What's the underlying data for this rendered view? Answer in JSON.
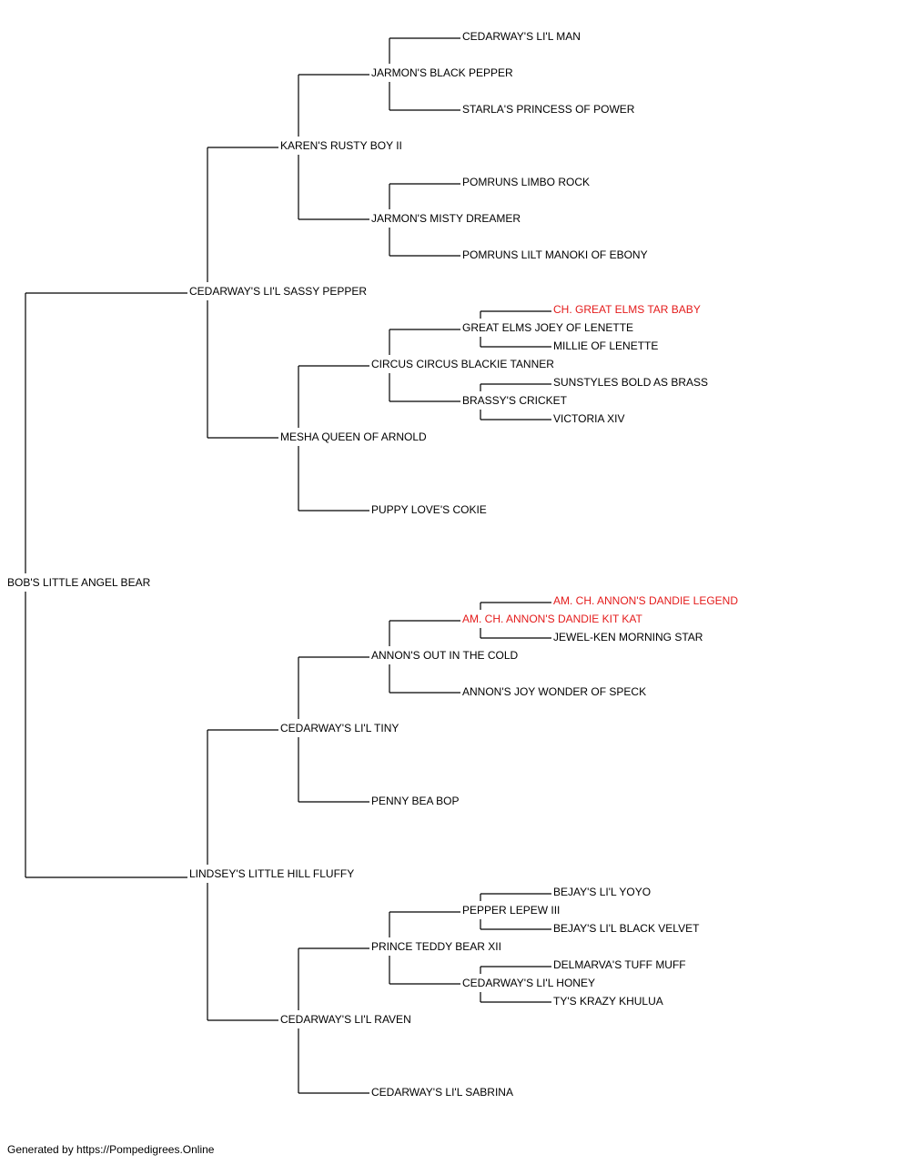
{
  "colors": {
    "normal": "#000000",
    "champion": "#e41b1b",
    "line": "#000000"
  },
  "pedigree": {
    "subject": "BOB'S LITTLE ANGEL BEAR",
    "sire": {
      "name": "CEDARWAY'S LI'L SASSY PEPPER",
      "sire": {
        "name": "KAREN'S RUSTY BOY II",
        "sire": {
          "name": "JARMON'S BLACK PEPPER",
          "sire": {
            "name": "CEDARWAY'S LI'L MAN"
          },
          "dam": {
            "name": "STARLA'S PRINCESS OF POWER"
          }
        },
        "dam": {
          "name": "JARMON'S MISTY DREAMER",
          "sire": {
            "name": "POMRUNS LIMBO ROCK"
          },
          "dam": {
            "name": "POMRUNS LILT MANOKI OF EBONY"
          }
        }
      },
      "dam": {
        "name": "MESHA QUEEN OF ARNOLD",
        "sire": {
          "name": "CIRCUS CIRCUS BLACKIE TANNER",
          "sire": {
            "name": "GREAT ELMS JOEY OF LENETTE",
            "sire": {
              "name": "CH. GREAT ELMS TAR BABY",
              "champion": true
            },
            "dam": {
              "name": "MILLIE OF LENETTE"
            }
          },
          "dam": {
            "name": "BRASSY'S CRICKET",
            "sire": {
              "name": "SUNSTYLES BOLD AS BRASS"
            },
            "dam": {
              "name": "VICTORIA XIV"
            }
          }
        },
        "dam": {
          "name": "PUPPY LOVE'S COKIE"
        }
      }
    },
    "dam": {
      "name": "LINDSEY'S LITTLE HILL FLUFFY",
      "sire": {
        "name": "CEDARWAY'S LI'L TINY",
        "sire": {
          "name": "ANNON'S OUT IN THE COLD",
          "sire": {
            "name": "AM. CH. ANNON'S DANDIE KIT KAT",
            "champion": true,
            "sire": {
              "name": "AM. CH. ANNON'S DANDIE LEGEND",
              "champion": true
            },
            "dam": {
              "name": "JEWEL-KEN MORNING STAR"
            }
          },
          "dam": {
            "name": "ANNON'S JOY WONDER OF SPECK"
          }
        },
        "dam": {
          "name": "PENNY BEA BOP"
        }
      },
      "dam": {
        "name": "CEDARWAY'S LI'L RAVEN",
        "sire": {
          "name": "PRINCE TEDDY BEAR XII",
          "sire": {
            "name": "PEPPER LEPEW III",
            "sire": {
              "name": "BEJAY'S LI'L YOYO"
            },
            "dam": {
              "name": "BEJAY'S LI'L BLACK VELVET"
            }
          },
          "dam": {
            "name": "CEDARWAY'S LI'L HONEY",
            "sire": {
              "name": "DELMARVA'S TUFF MUFF"
            },
            "dam": {
              "name": "TY'S KRAZY KHULUA"
            }
          }
        },
        "dam": {
          "name": "CEDARWAY'S LI'L SABRINA"
        }
      }
    }
  },
  "footer": "Generated by https://Pompedigrees.Online"
}
